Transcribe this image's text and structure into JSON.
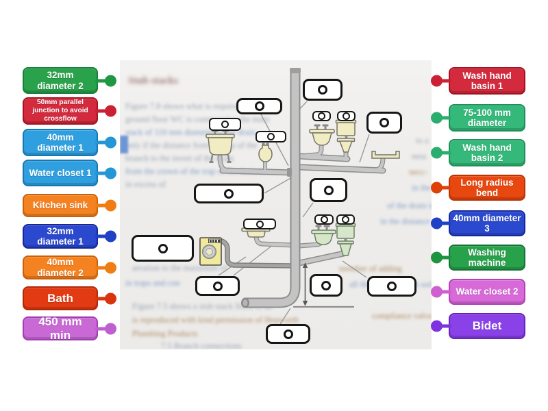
{
  "left_labels": [
    {
      "text": "32mm diameter 2",
      "bg": "#2aa24c",
      "bd": "#17813a",
      "dot": "#1f9743"
    },
    {
      "text": "50mm parallel junction to avoid crossflow",
      "bg": "#d42a3d",
      "bd": "#a5121f",
      "dot": "#ca2134"
    },
    {
      "text": "40mm diameter 1",
      "bg": "#2f9fdf",
      "bd": "#1578b2",
      "dot": "#2496d6"
    },
    {
      "text": "Water closet 1",
      "bg": "#2f9fdf",
      "bd": "#1578b2",
      "dot": "#2496d6"
    },
    {
      "text": "Kitchen sink",
      "bg": "#f58220",
      "bd": "#cb6106",
      "dot": "#ef7d14"
    },
    {
      "text": "32mm diameter 1",
      "bg": "#2a49cf",
      "bd": "#16279e",
      "dot": "#2040c5"
    },
    {
      "text": "40mm diameter 2",
      "bg": "#f58220",
      "bd": "#cb6106",
      "dot": "#ef7d14"
    },
    {
      "text": "Bath",
      "bg": "#e23a12",
      "bd": "#b12807",
      "dot": "#d8340d"
    },
    {
      "text": "450 mm min",
      "bg": "#c869d6",
      "bd": "#a23db3",
      "dot": "#bf5ecf"
    }
  ],
  "right_labels": [
    {
      "text": "Wash hand basin 1",
      "bg": "#d42a3d",
      "bd": "#a5121f",
      "dot": "#ca2134"
    },
    {
      "text": "75-100 mm diameter",
      "bg": "#35b97a",
      "bd": "#1e9058",
      "dot": "#2bad6e"
    },
    {
      "text": "Wash hand basin 2",
      "bg": "#35b97a",
      "bd": "#1e9058",
      "dot": "#2bad6e"
    },
    {
      "text": "Long radius bend",
      "bg": "#e8470f",
      "bd": "#b93305",
      "dot": "#de400a"
    },
    {
      "text": "40mm diameter 3",
      "bg": "#2a49cf",
      "bd": "#16279e",
      "dot": "#2040c5"
    },
    {
      "text": "Washing machine",
      "bg": "#28a14b",
      "bd": "#127434",
      "dot": "#1d9440"
    },
    {
      "text": "Water closet 2",
      "bg": "#d76ad8",
      "bd": "#b341b4",
      "dot": "#cf5ed0"
    },
    {
      "text": "Bidet",
      "bg": "#8a41e8",
      "bd": "#6524bc",
      "dot": "#7e33e0"
    }
  ],
  "background_page": {
    "fragments": [
      {
        "text": "Stub stacks",
        "color": "#9b7878"
      },
      {
        "text": "Figure 7.8 shows what is required when a",
        "color": "#97a1b5"
      },
      {
        "text": "ground floor WC is connected to the main",
        "color": "#97a1b5"
      },
      {
        "text": "stack of 110 mm diameter to the drain",
        "color": "#7d9ac6"
      },
      {
        "text": "only if the distance from the top of the",
        "color": "#97a1b5"
      },
      {
        "text": "branch to the invert of the drain",
        "color": "#97a1b5"
      },
      {
        "text": "from the crown of the trap of the drain is",
        "color": "#7d9ac6"
      },
      {
        "text": "in excess of",
        "color": "#97a1b5"
      },
      {
        "text": "to a",
        "color": "#97a1b5"
      },
      {
        "text": "ness",
        "color": "#97a1b5"
      },
      {
        "text": "necc-",
        "color": "#b08a62"
      },
      {
        "text": "in the",
        "color": "#7d9ac6"
      },
      {
        "text": "of the drain is",
        "color": "#7d9ac6"
      },
      {
        "text": "in the distance",
        "color": "#7d9ac6"
      },
      {
        "text": "aeration to the maximum of",
        "color": "#97a1b5"
      },
      {
        "text": "in traps and con",
        "color": "#7d9ac6"
      },
      {
        "text": "member of adding",
        "color": "#b08a62"
      },
      {
        "text": "all the way in which soil",
        "color": "#7d9ac6"
      },
      {
        "text": "Figure 7.5 shows a stub stack fitted to an",
        "color": "#97a1b5"
      },
      {
        "text": "compliance valve,",
        "color": "#b08a62"
      },
      {
        "text": "is reproduced with kind permission of Hepworth",
        "color": "#b08a62"
      },
      {
        "text": "Plumbing Products",
        "color": "#b08a62"
      },
      {
        "text": "7.5  Branch connections",
        "color": "#97a1b5"
      }
    ]
  }
}
